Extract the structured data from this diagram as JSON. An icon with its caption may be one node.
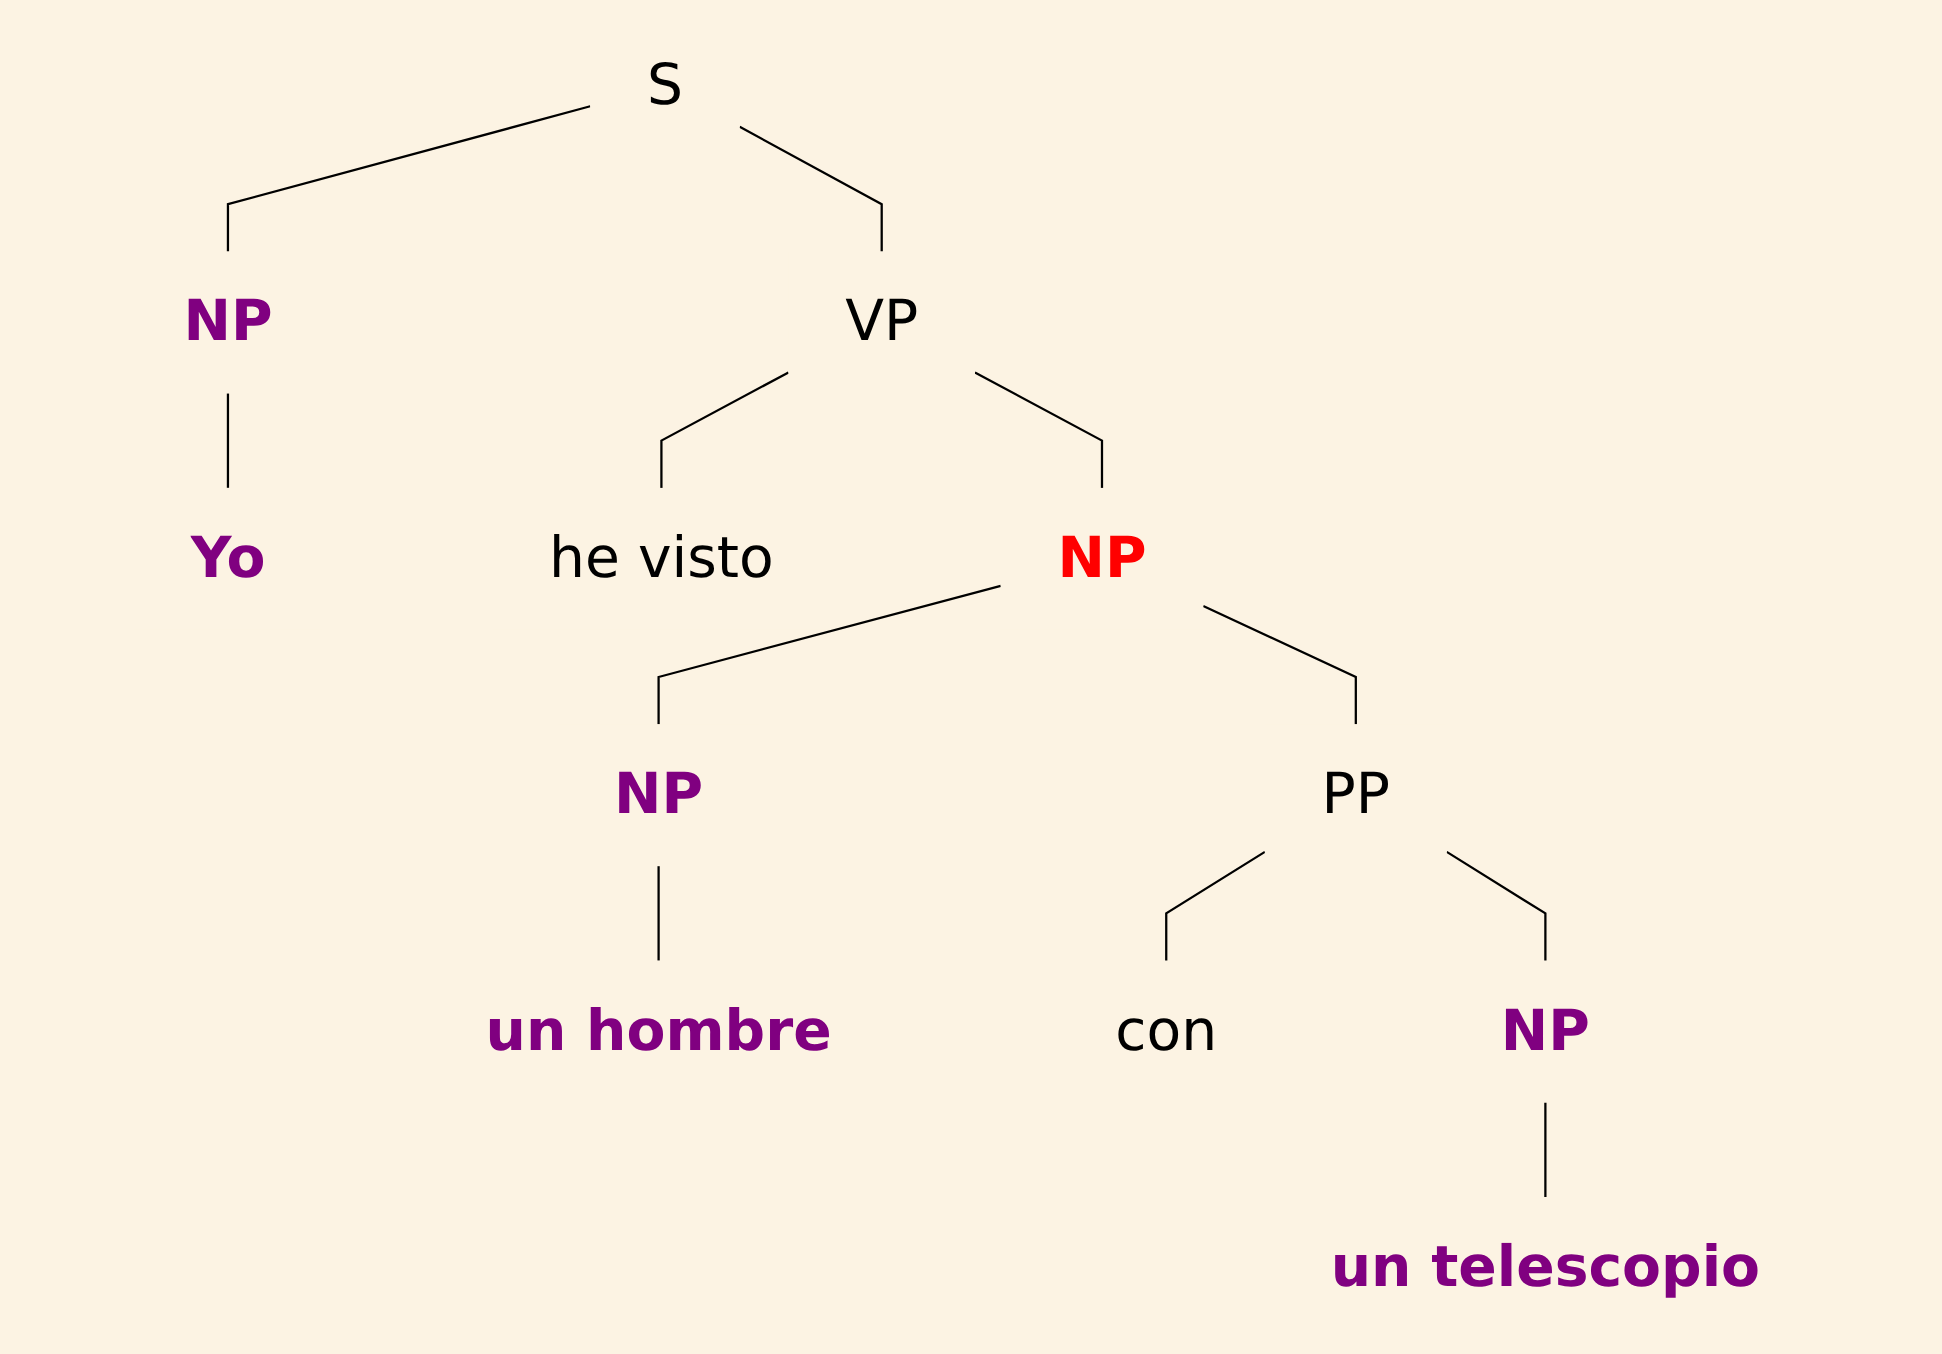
{
  "diagram": {
    "nodes": [
      {
        "text": [
          "S"
        ]
      },
      {
        "text": [
          "NP"
        ]
      },
      {
        "text": [
          "VP"
        ]
      },
      {
        "text": [
          "Yo"
        ]
      },
      {
        "text": [
          "he visto"
        ]
      },
      {
        "text": [
          "NP"
        ]
      },
      {
        "text": [
          "NP"
        ]
      },
      {
        "text": [
          "PP"
        ]
      },
      {
        "text": [
          "un hombre"
        ]
      },
      {
        "text": [
          "con"
        ]
      },
      {
        "text": [
          "NP"
        ]
      },
      {
        "text": [
          "un telescopio"
        ]
      }
    ],
    "edges": [
      {
        "from": 0,
        "to": 1,
        "arrow": "none"
      },
      {
        "from": 0,
        "to": 2,
        "arrow": "none"
      },
      {
        "from": 1,
        "to": 3,
        "arrow": "none"
      },
      {
        "from": 2,
        "to": 4,
        "arrow": "none"
      },
      {
        "from": 2,
        "to": 5,
        "arrow": "none"
      },
      {
        "from": 5,
        "to": 6,
        "arrow": "none"
      },
      {
        "from": 5,
        "to": 7,
        "arrow": "none"
      },
      {
        "from": 6,
        "to": 8,
        "arrow": "none"
      },
      {
        "from": 7,
        "to": 9,
        "arrow": "none"
      },
      {
        "from": 7,
        "to": 10,
        "arrow": "none"
      },
      {
        "from": 10,
        "to": 11,
        "arrow": "none"
      }
    ]
  }
}
